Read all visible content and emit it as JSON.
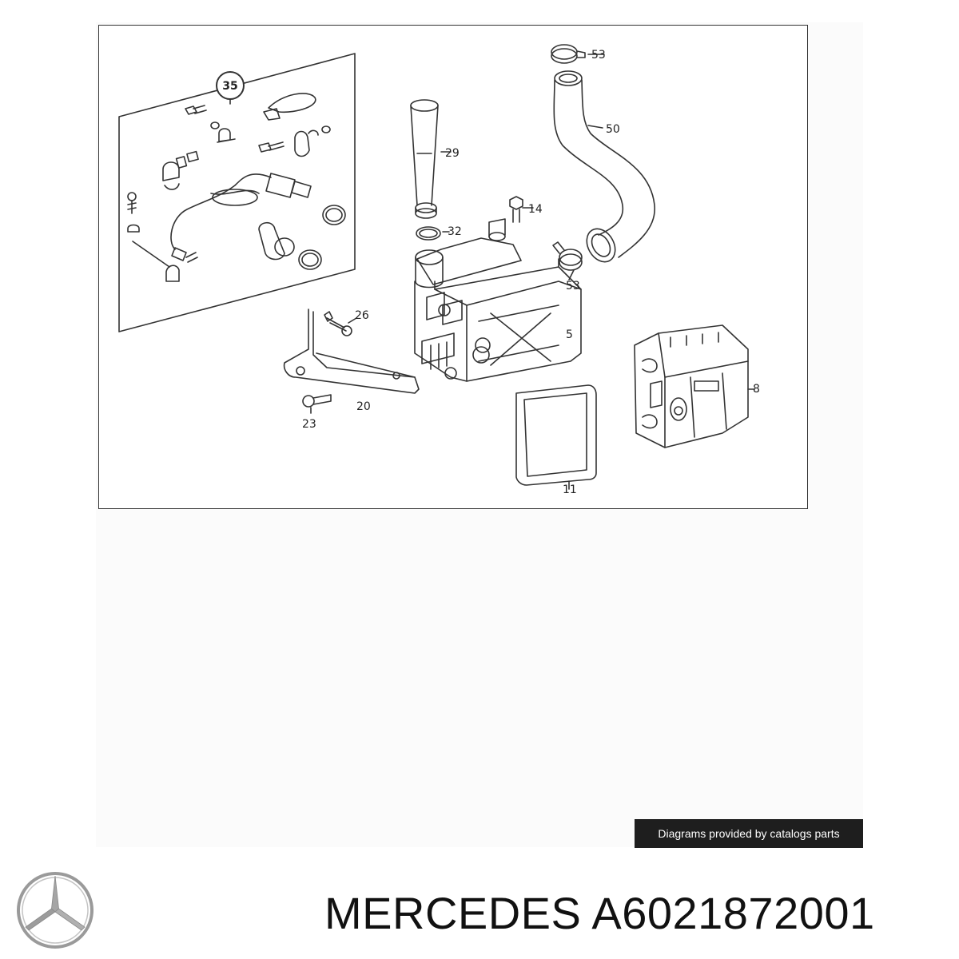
{
  "diagram": {
    "callouts": {
      "c35": "35",
      "c53a": "53",
      "c50": "50",
      "c29": "29",
      "c14": "14",
      "c32": "32",
      "c53b": "53",
      "c26": "26",
      "c5": "5",
      "c8": "8",
      "c20": "20",
      "c23": "23",
      "c11": "11"
    }
  },
  "attribution": "Diagrams provided by catalogs parts",
  "footer": {
    "brand": "MERCEDES",
    "part_number": "A6021872001",
    "logo_icon": "mercedes-star-icon"
  },
  "colors": {
    "line": "#333333",
    "attribution_bg": "#1e1e1e",
    "logo": "#9a9a9a"
  }
}
